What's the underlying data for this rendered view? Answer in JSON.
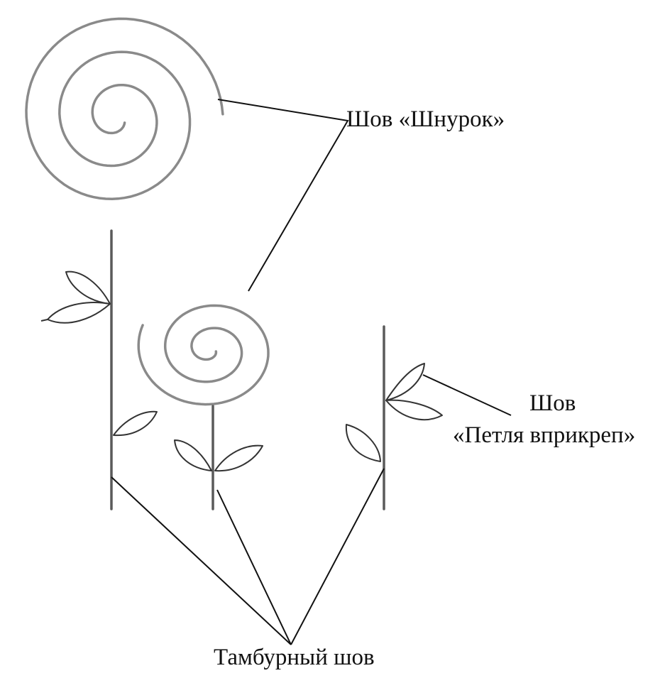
{
  "labels": {
    "shnurok": "Шов «Шнурок»",
    "petlya_line1": "Шов",
    "petlya_line2": "«Петля вприкреп»",
    "tambur": "Тамбурный шов"
  },
  "colors": {
    "stem": "#5a5a5a",
    "spiral": "#8a8a8a",
    "leaf_outline": "#333333",
    "pointer_line": "#111111",
    "background": "#ffffff"
  }
}
